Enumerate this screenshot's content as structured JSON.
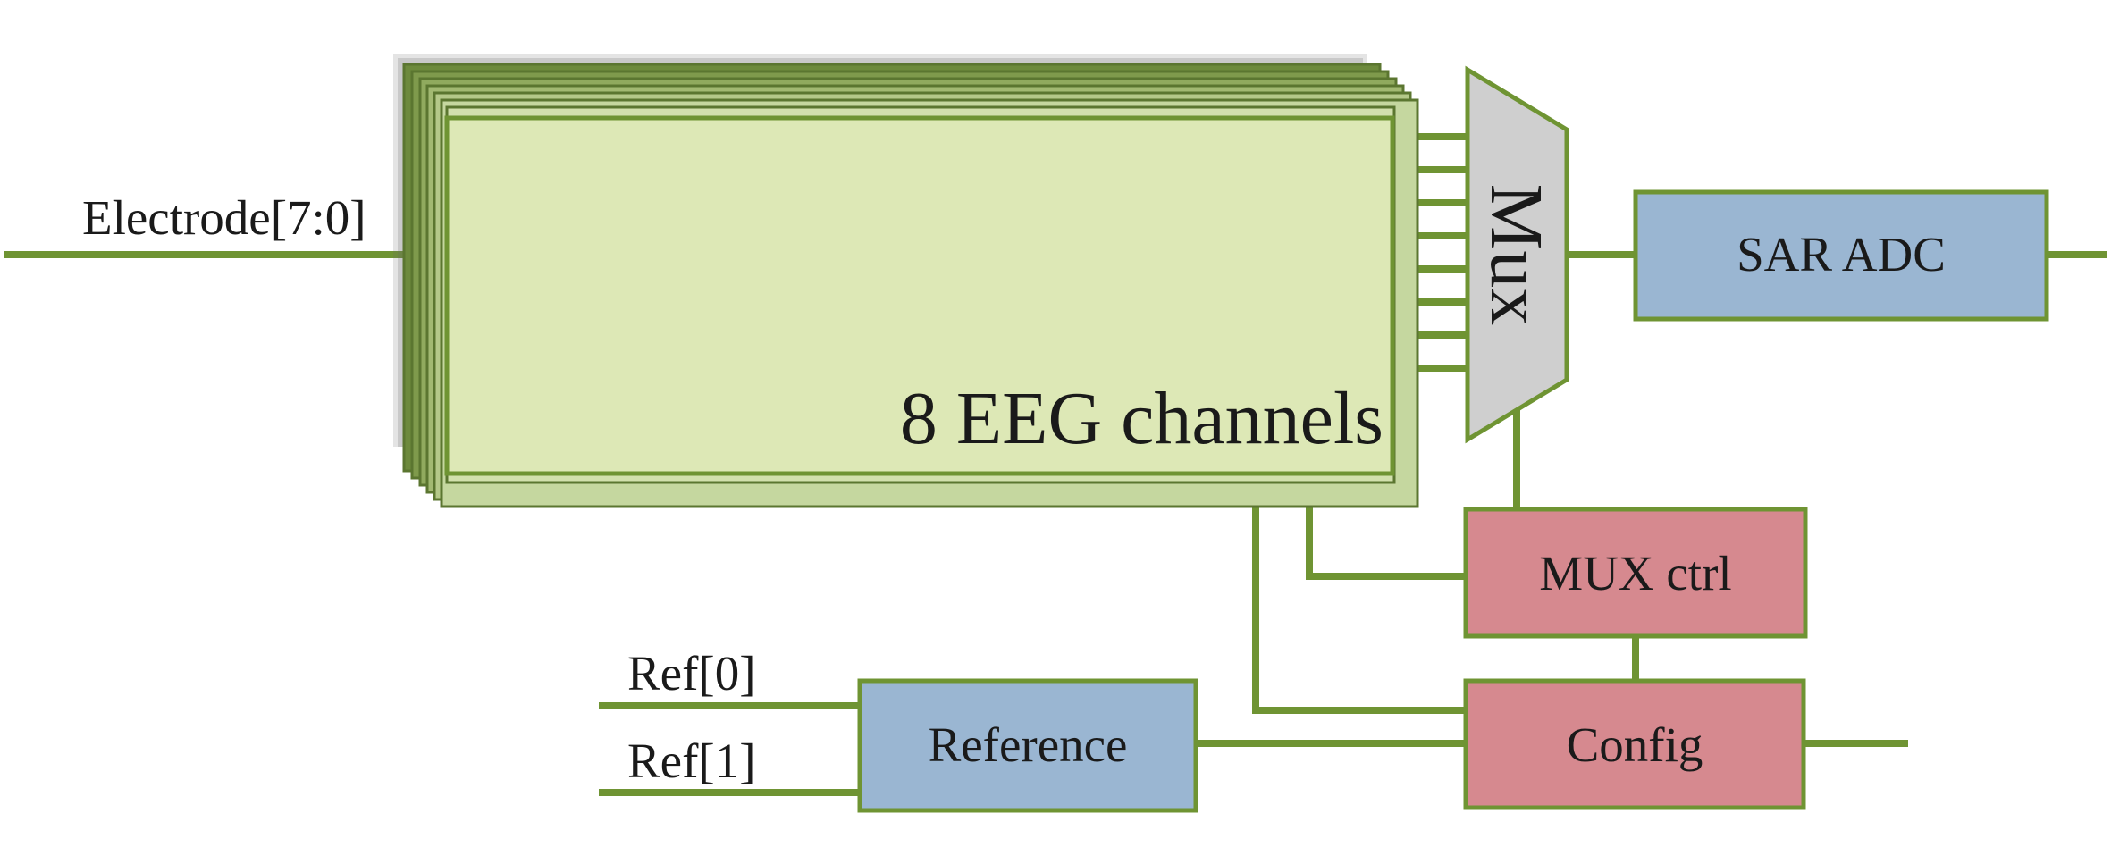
{
  "diagram": {
    "inputs": {
      "electrode": "Electrode[7:0]",
      "ref0": "Ref[0]",
      "ref1": "Ref[1]"
    },
    "blocks": {
      "eeg": "8 EEG channels",
      "mux": "Mux",
      "sar_adc": "SAR ADC",
      "mux_ctrl": "MUX ctrl",
      "reference": "Reference",
      "config": "Config"
    },
    "colors": {
      "wire": "#6f9433",
      "eeg_fill": "#dde8b6",
      "mux_fill": "#cfcfcf",
      "blue_block": "#9ab6d2",
      "red_block": "#d6898f",
      "block_border": "#6f9433"
    },
    "eeg_channel_count": 8
  }
}
